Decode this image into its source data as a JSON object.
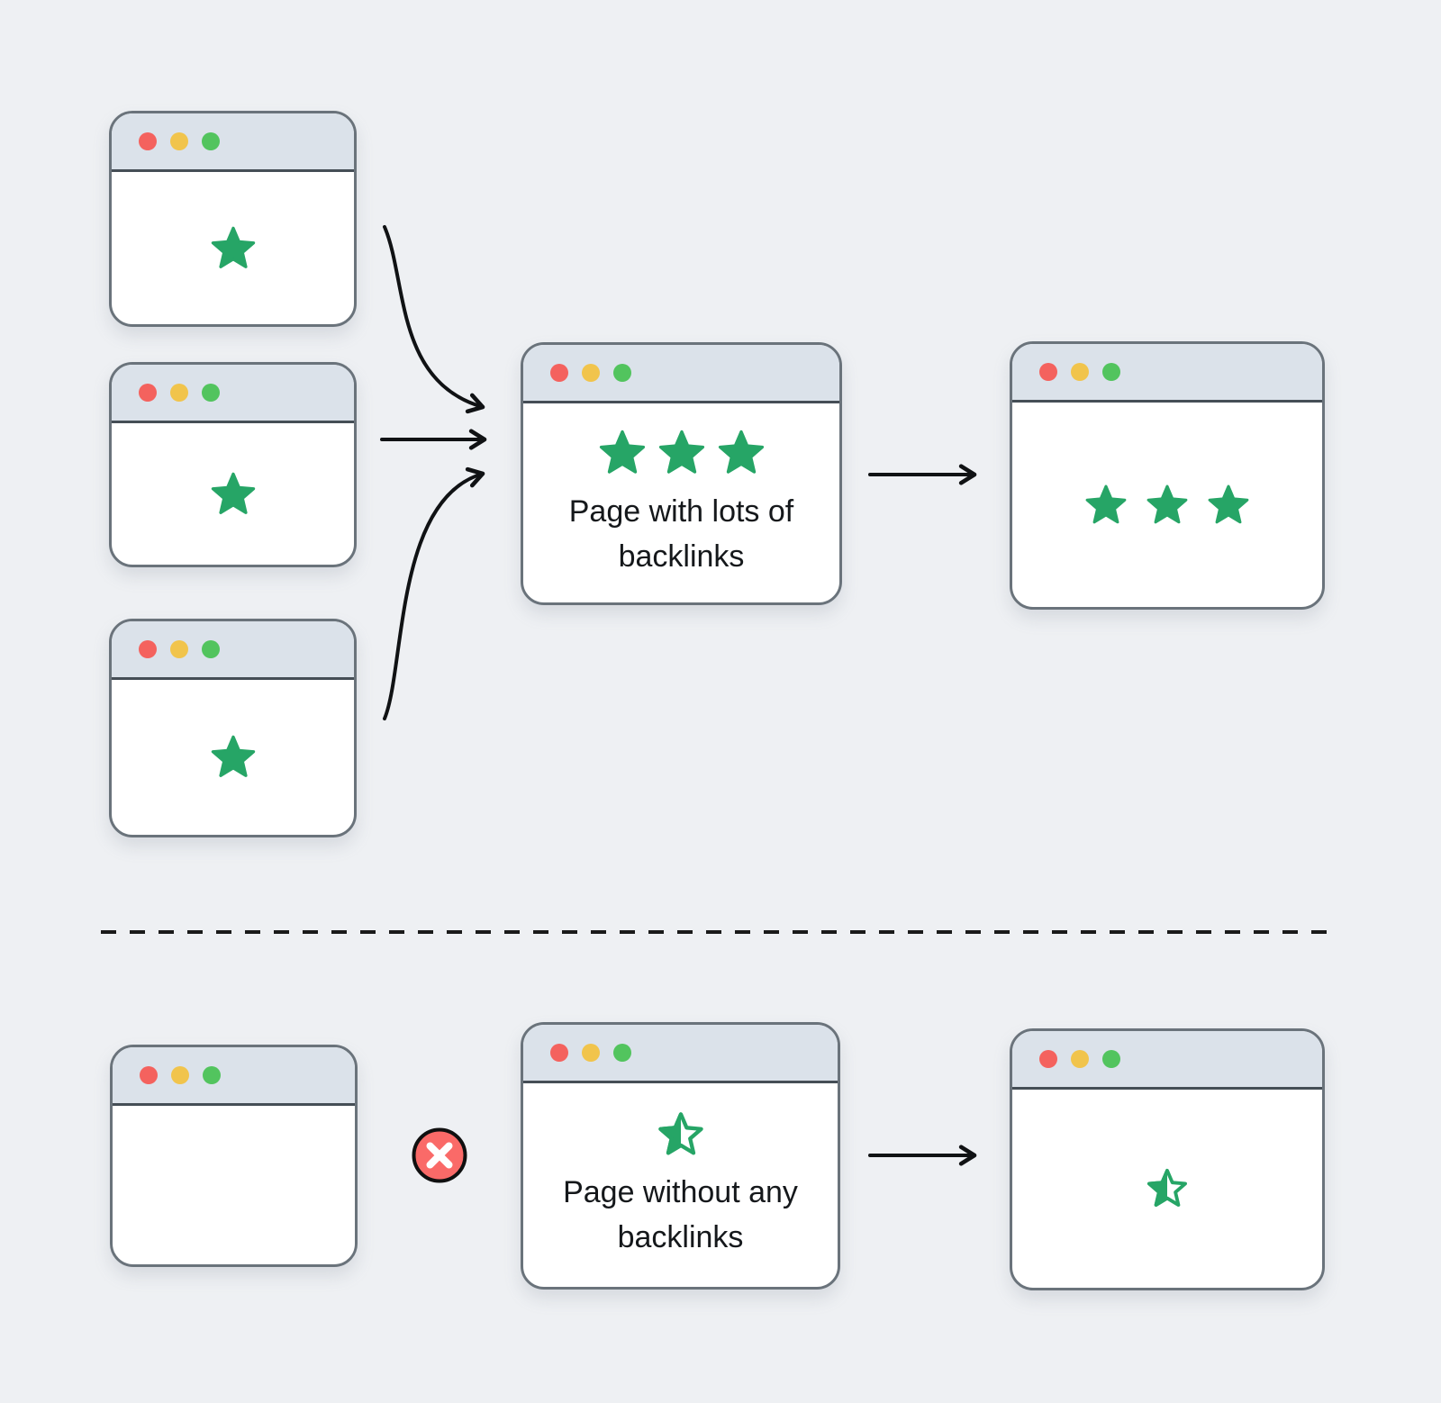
{
  "diagram": {
    "title_semantics": "backlinks-authority-diagram",
    "top_flow": {
      "sources": [
        {
          "name": "linking-page-1",
          "stars": 1,
          "star_type": "filled"
        },
        {
          "name": "linking-page-2",
          "stars": 1,
          "star_type": "filled"
        },
        {
          "name": "linking-page-3",
          "stars": 1,
          "star_type": "filled"
        }
      ],
      "hub": {
        "label": "Page with lots of backlinks",
        "stars": 3,
        "star_type": "filled"
      },
      "result": {
        "stars": 3,
        "star_type": "filled"
      }
    },
    "bottom_flow": {
      "source": {
        "name": "page-with-no-links",
        "stars": 0,
        "star_type": "none"
      },
      "blocked_icon": "crossed-circle",
      "hub": {
        "label": "Page without any backlinks",
        "stars": 1,
        "star_type": "half"
      },
      "result": {
        "stars": 1,
        "star_type": "half"
      }
    }
  },
  "icons": {
    "window_dots": [
      "traffic-light-red",
      "traffic-light-yellow",
      "traffic-light-green"
    ],
    "star": "star-icon",
    "half_star": "half-star-icon",
    "blocked": "blocked-x-icon"
  },
  "colors": {
    "background": "#eef0f3",
    "window-border": "#6a737b",
    "titlebar": "#dbe2ea",
    "titlebar-separator": "#454e56",
    "star-green": "#26a566",
    "dot-red": "#f4625e",
    "dot-yellow": "#f1c44c",
    "dot-green": "#52c45e",
    "blocked-red": "#fa6a68",
    "arrow": "#101214",
    "text": "#15181b"
  }
}
